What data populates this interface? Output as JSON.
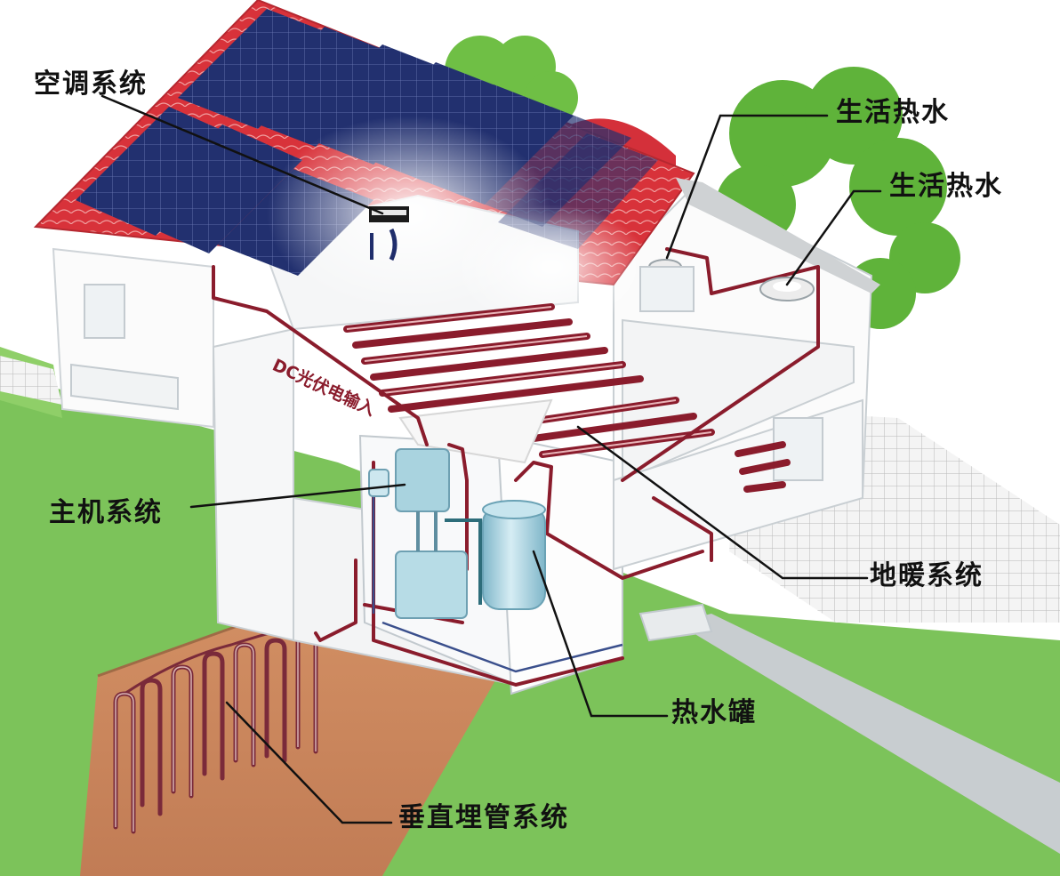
{
  "labels": {
    "ac_system": "空调系统",
    "hot_water_1": "生活热水",
    "hot_water_2": "生活热水",
    "host_system": "主机系统",
    "floor_heating": "地暖系统",
    "hot_water_tank": "热水罐",
    "vertical_pipe": "垂直埋管系统",
    "pv_input": "DC光伏电输入"
  },
  "colors": {
    "pipe": "#8a1c2c",
    "pv_text": "#8a1c2c",
    "grass": "#7cc35a",
    "soil": "#c9895a",
    "roof": "#d8323a",
    "solar_panel": "#1f2d6b",
    "tank": "#a8d3e0",
    "tree": "#5fb33a"
  }
}
